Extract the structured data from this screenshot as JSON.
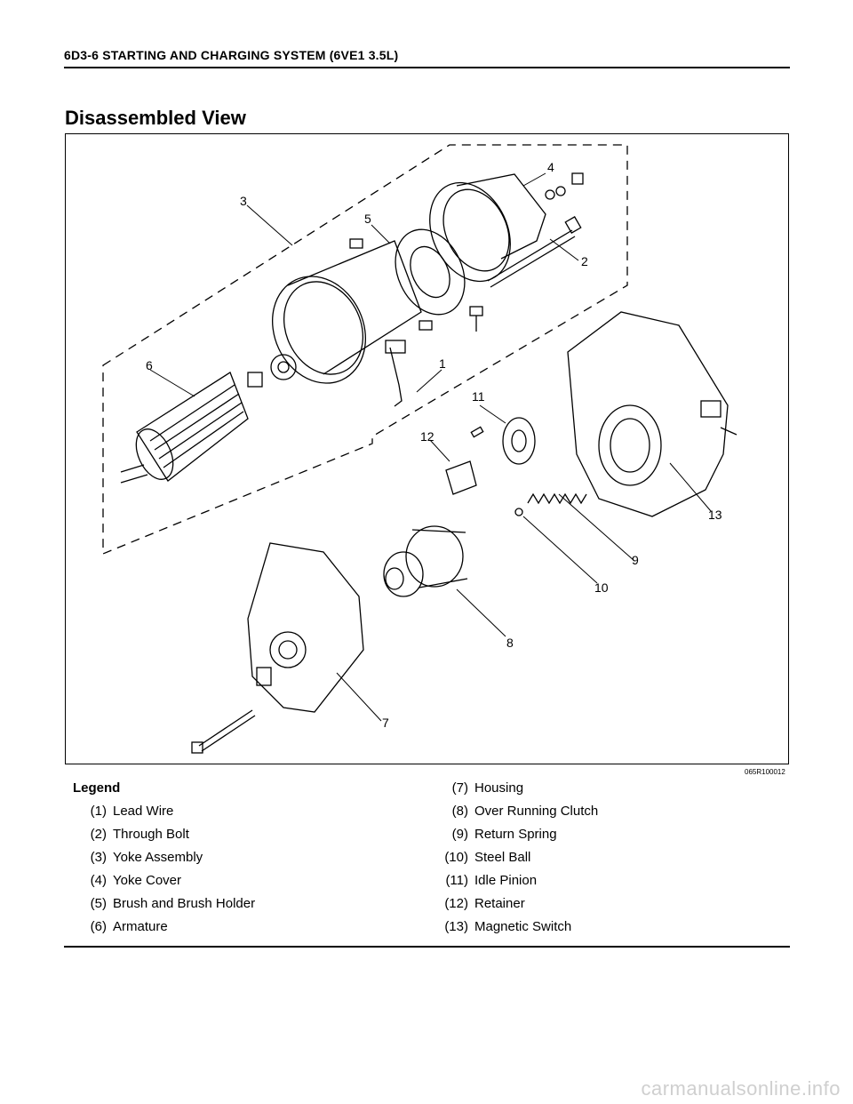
{
  "header": {
    "title": "6D3-6  STARTING AND CHARGING SYSTEM (6VE1 3.5L)"
  },
  "section": {
    "title": "Disassembled View"
  },
  "figure": {
    "id": "065R100012",
    "callouts": [
      "1",
      "2",
      "3",
      "4",
      "5",
      "6",
      "7",
      "8",
      "9",
      "10",
      "11",
      "12",
      "13"
    ]
  },
  "legend": {
    "title": "Legend",
    "left": [
      {
        "num": "(1)",
        "text": "Lead Wire"
      },
      {
        "num": "(2)",
        "text": "Through Bolt"
      },
      {
        "num": "(3)",
        "text": "Yoke Assembly"
      },
      {
        "num": "(4)",
        "text": "Yoke Cover"
      },
      {
        "num": "(5)",
        "text": "Brush and Brush Holder"
      },
      {
        "num": "(6)",
        "text": "Armature"
      }
    ],
    "right": [
      {
        "num": "(7)",
        "text": "Housing"
      },
      {
        "num": "(8)",
        "text": "Over Running Clutch"
      },
      {
        "num": "(9)",
        "text": "Return Spring"
      },
      {
        "num": "(10)",
        "text": "Steel Ball"
      },
      {
        "num": "(11)",
        "text": "Idle Pinion"
      },
      {
        "num": "(12)",
        "text": "Retainer"
      },
      {
        "num": "(13)",
        "text": "Magnetic Switch"
      }
    ]
  },
  "watermark": {
    "text": "carmanualsonline.info"
  }
}
